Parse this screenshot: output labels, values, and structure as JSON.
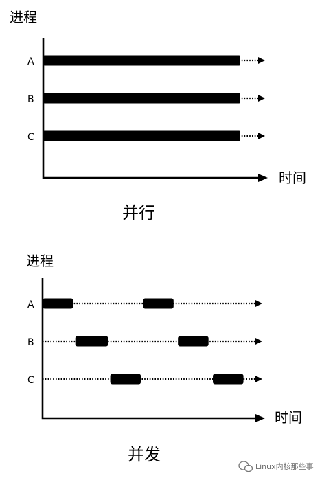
{
  "parallel": {
    "y_label": "进程",
    "x_label": "时间",
    "caption": "并行",
    "processes": [
      {
        "label": "A",
        "active_spans": [
          [
            0,
            1
          ]
        ]
      },
      {
        "label": "B",
        "active_spans": [
          [
            0,
            1
          ]
        ]
      },
      {
        "label": "C",
        "active_spans": [
          [
            0,
            1
          ]
        ]
      }
    ]
  },
  "concurrent": {
    "y_label": "进程",
    "x_label": "时间",
    "caption": "并发",
    "processes": [
      {
        "label": "A",
        "active_spans": [
          [
            0,
            0.14
          ],
          [
            0.46,
            0.6
          ]
        ]
      },
      {
        "label": "B",
        "active_spans": [
          [
            0.15,
            0.3
          ],
          [
            0.62,
            0.76
          ]
        ]
      },
      {
        "label": "C",
        "active_spans": [
          [
            0.31,
            0.45
          ],
          [
            0.78,
            0.92
          ]
        ]
      }
    ]
  },
  "watermark": {
    "text": "Linux内核那些事",
    "icon": "wechat-icon"
  }
}
